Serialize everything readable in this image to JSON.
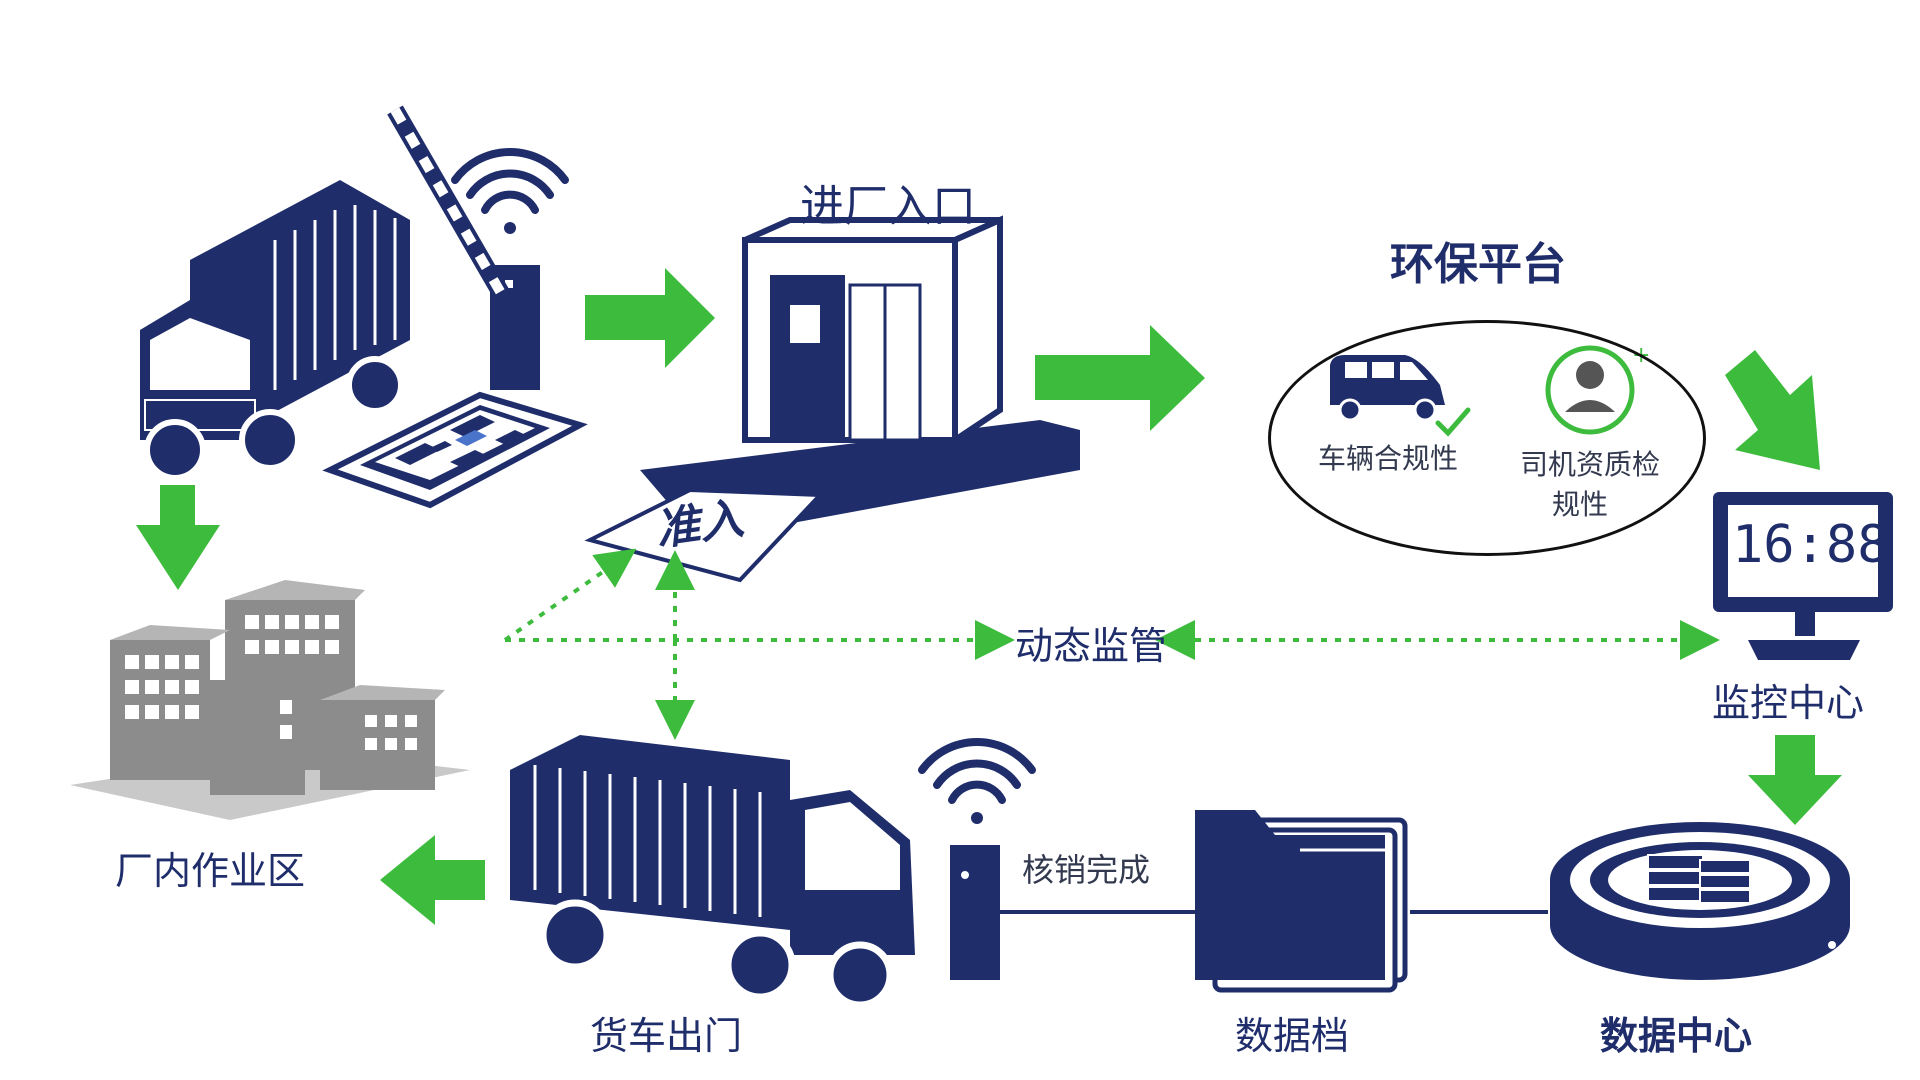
{
  "labels": {
    "entrance": "进厂入口",
    "admit": "准入",
    "platform_title": "环保平台",
    "vehicle_compliance": "车辆合规性",
    "driver_check_line1": "司机资质检",
    "driver_check_line2": "规性",
    "monitor_time": "16:88",
    "monitor_center": "监控中心",
    "dynamic_supervision": "动态监管",
    "factory_area": "厂内作业区",
    "truck_exit": "货车出门",
    "verification_done": "核销完成",
    "data_archive": "数据档",
    "data_center": "数据中心"
  },
  "colors": {
    "navy": "#1f2d6b",
    "green": "#3dbb3d",
    "gray": "#8c8c8c",
    "light_gray": "#c9c9c9"
  }
}
